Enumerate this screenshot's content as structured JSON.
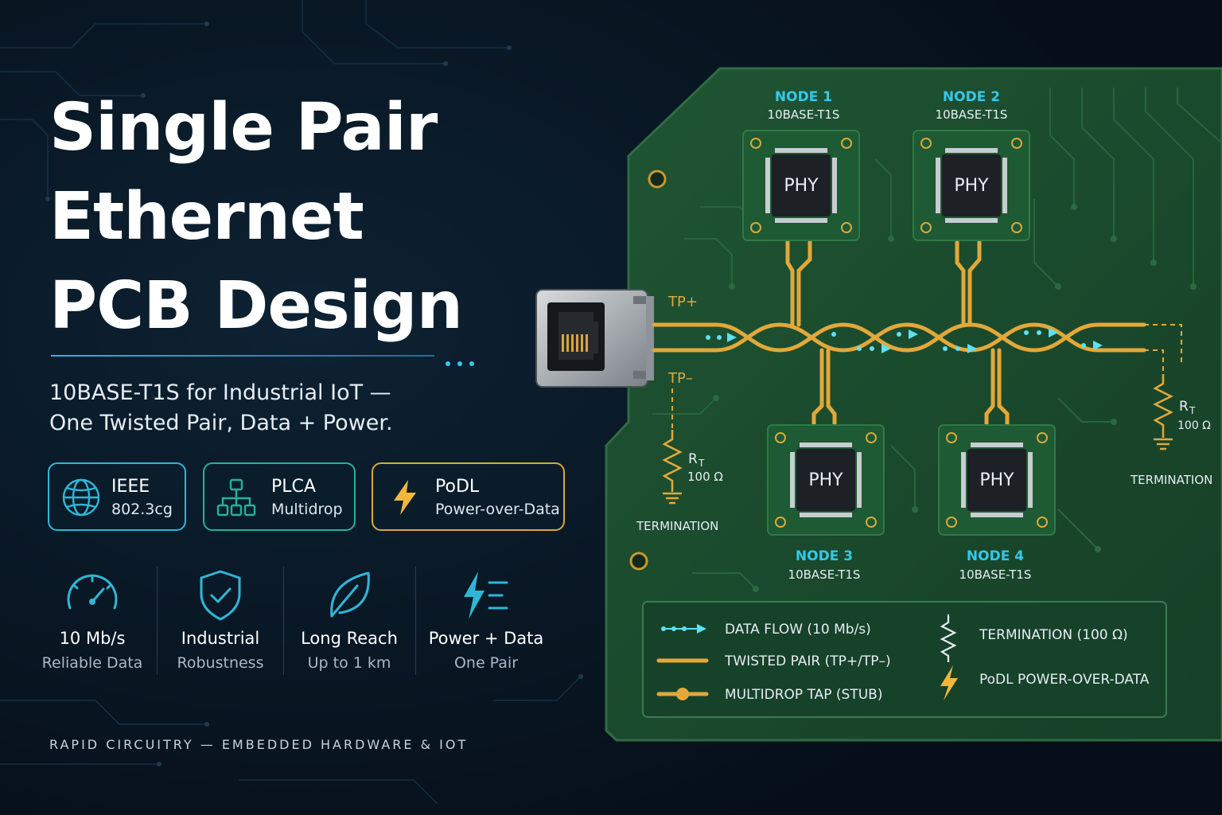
{
  "title": {
    "line1": "Single Pair",
    "line2": "Ethernet",
    "line3": "PCB Design"
  },
  "subtitle": {
    "line1": "10BASE-T1S for Industrial IoT —",
    "line2": "One Twisted Pair, Data + Power."
  },
  "badges": [
    {
      "line1": "IEEE",
      "line2": "802.3cg",
      "icon": "globe-icon",
      "color": "#2fb6d6"
    },
    {
      "line1": "PLCA",
      "line2": "Multidrop",
      "icon": "network-tree-icon",
      "color": "#23b39a"
    },
    {
      "line1": "PoDL",
      "line2": "Power-over-Data",
      "icon": "lightning-icon",
      "color": "#d9a93b"
    }
  ],
  "features": [
    {
      "title": "10 Mb/s",
      "caption": "Reliable Data",
      "icon": "speedometer-icon"
    },
    {
      "title": "Industrial",
      "caption": "Robustness",
      "icon": "shield-check-icon"
    },
    {
      "title": "Long Reach",
      "caption": "Up to 1 km",
      "icon": "leaf-icon"
    },
    {
      "title": "Power + Data",
      "caption": "One Pair",
      "icon": "lightning-lines-icon"
    }
  ],
  "footer": "RAPID CIRCUITRY — EMBEDDED HARDWARE & IOT",
  "diagram": {
    "nodes": [
      {
        "name": "NODE 1",
        "standard": "10BASE-T1S",
        "chip": "PHY"
      },
      {
        "name": "NODE 2",
        "standard": "10BASE-T1S",
        "chip": "PHY"
      },
      {
        "name": "NODE 3",
        "standard": "10BASE-T1S",
        "chip": "PHY"
      },
      {
        "name": "NODE 4",
        "standard": "10BASE-T1S",
        "chip": "PHY"
      }
    ],
    "tp_plus": "TP+",
    "tp_minus": "TP–",
    "termination_left": {
      "symbol": "R",
      "subscript": "T",
      "value": "100 Ω",
      "label": "TERMINATION"
    },
    "termination_right": {
      "symbol": "R",
      "subscript": "T",
      "value": "100 Ω",
      "label": "TERMINATION"
    },
    "legend": [
      {
        "label": "DATA FLOW (10 Mb/s)",
        "icon": "data-flow-arrow-icon"
      },
      {
        "label": "TWISTED PAIR (TP+/TP–)",
        "icon": "twisted-pair-line-icon"
      },
      {
        "label": "MULTIDROP TAP (STUB)",
        "icon": "multidrop-tap-icon"
      },
      {
        "label": "TERMINATION (100 Ω)",
        "icon": "resistor-icon"
      },
      {
        "label": "PoDL POWER-OVER-DATA",
        "icon": "lightning-icon"
      }
    ]
  },
  "colors": {
    "background": "#07131f",
    "pcb": "#1b4a2c",
    "trace_gold": "#e2a83a",
    "accent_cyan": "#35c8ea",
    "accent_teal": "#23b39a"
  }
}
